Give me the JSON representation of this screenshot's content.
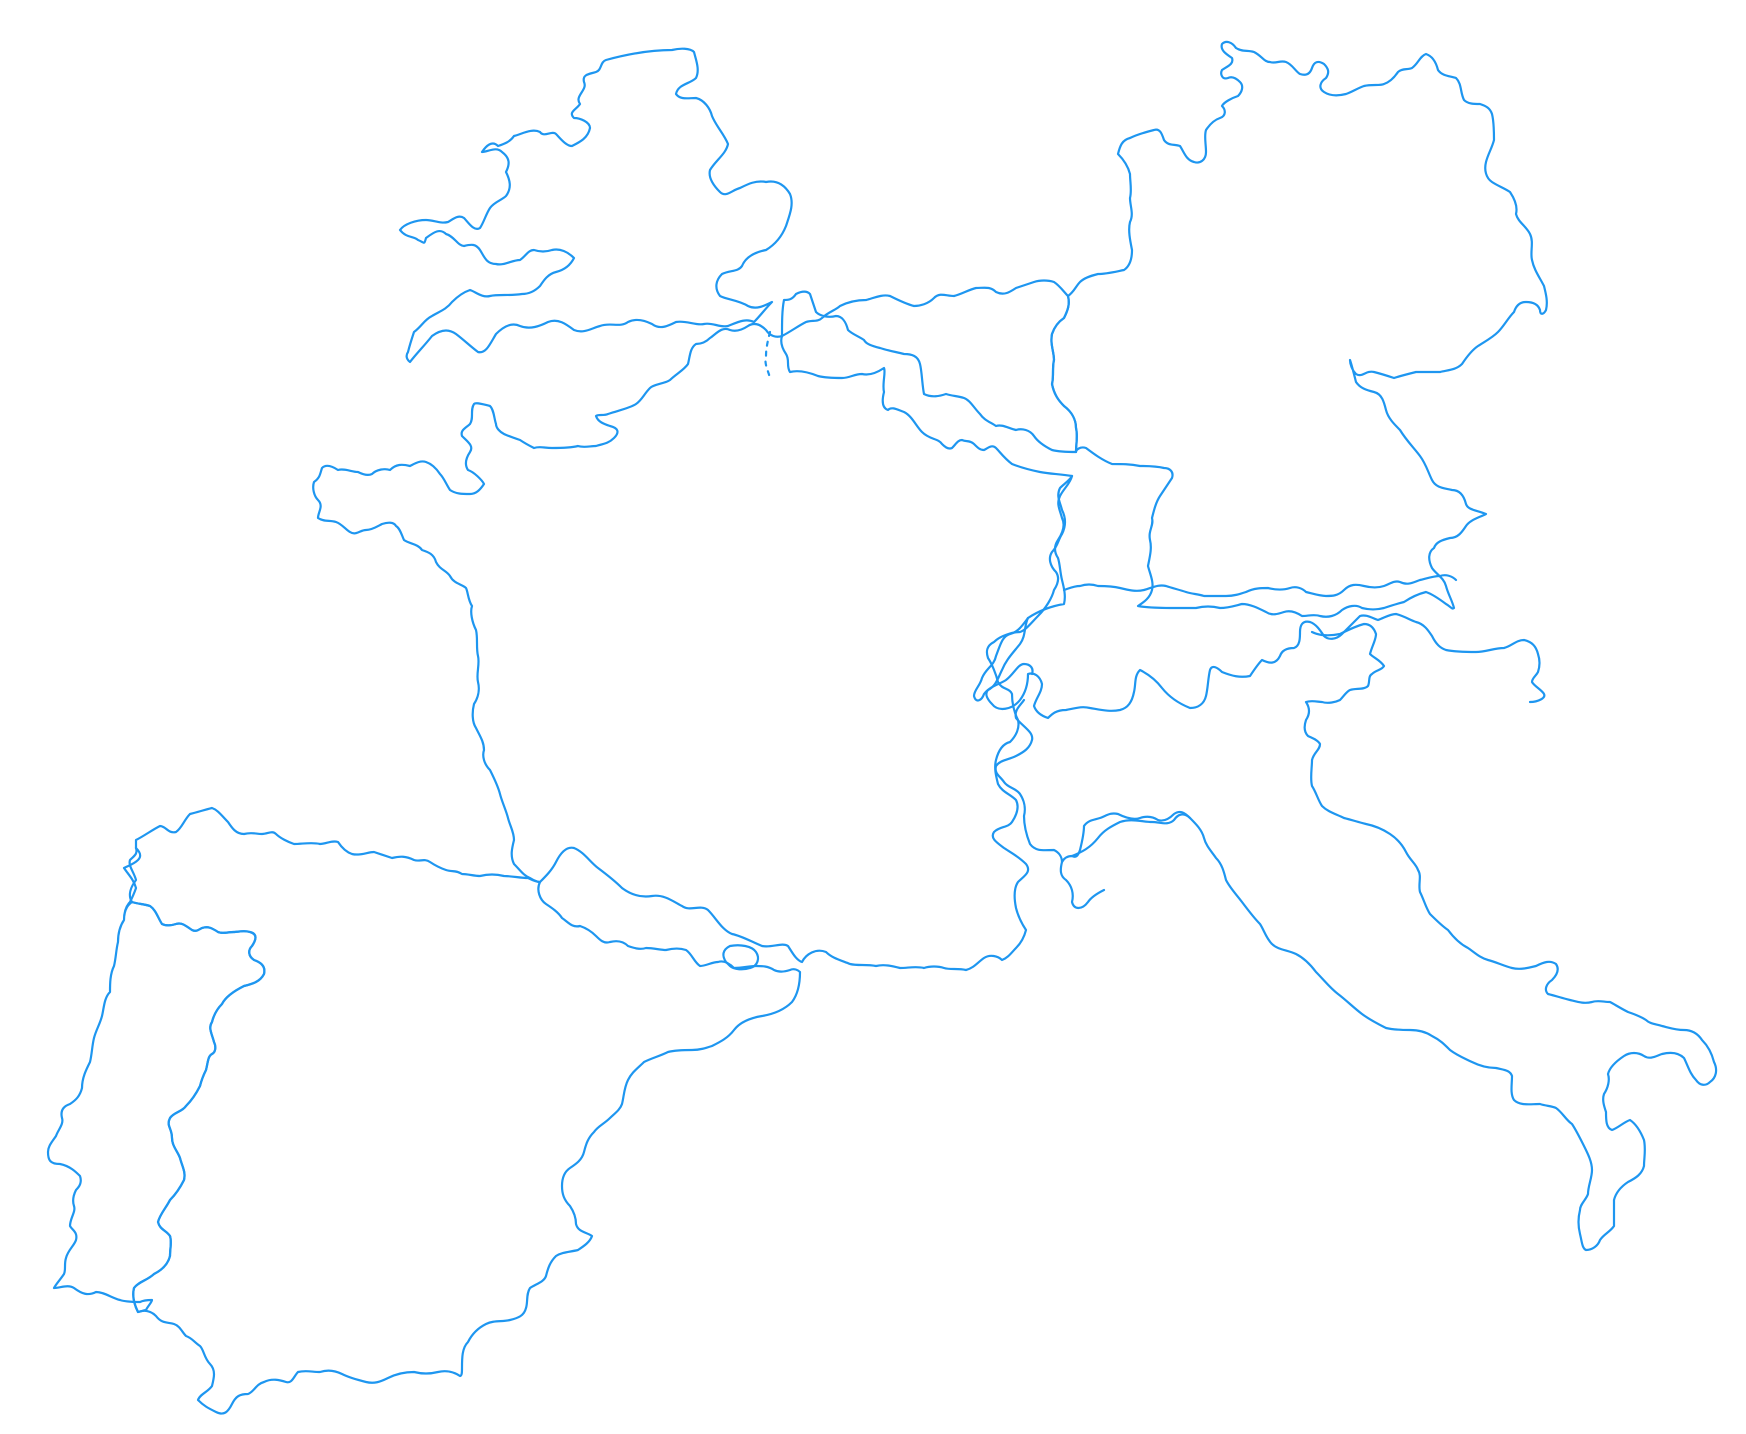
{
  "map": {
    "style": {
      "background": "#ffffff",
      "stroke": "#1e96f0"
    },
    "regions": [
      {
        "id": "great-britain",
        "name": "",
        "kind": "island"
      },
      {
        "id": "france",
        "name": "",
        "kind": "country"
      },
      {
        "id": "benelux",
        "name": "",
        "kind": "country"
      },
      {
        "id": "germany",
        "name": "",
        "kind": "country"
      },
      {
        "id": "switzerland-austria",
        "name": "",
        "kind": "country"
      },
      {
        "id": "italy",
        "name": "",
        "kind": "country"
      },
      {
        "id": "spain",
        "name": "",
        "kind": "country"
      },
      {
        "id": "portugal",
        "name": "",
        "kind": "country"
      },
      {
        "id": "andorra",
        "name": "",
        "kind": "country"
      }
    ]
  }
}
